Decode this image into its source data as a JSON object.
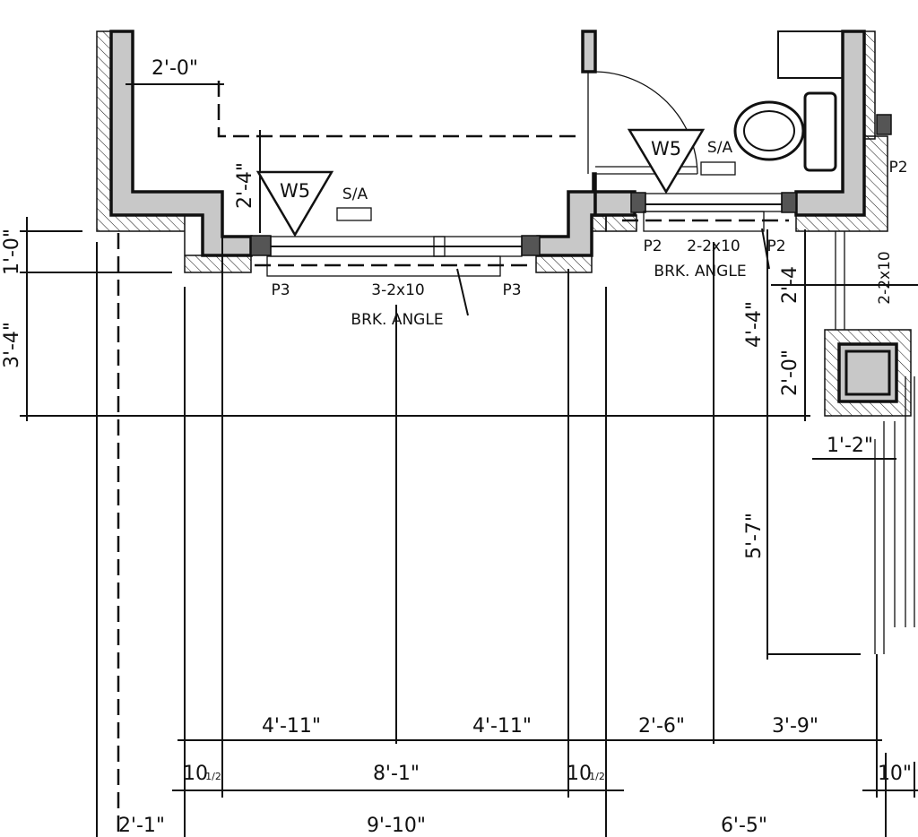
{
  "labels": {
    "top_2_0": "2'-0\"",
    "v_2_4_left": "2'-4\"",
    "w5_left": "W5",
    "sa_left": "S/A",
    "w5_right": "W5",
    "sa_right": "S/A",
    "p3_left": "P3",
    "header_left": "3-2x10",
    "p3_right": "P3",
    "brk_angle_left": "BRK. ANGLE",
    "p2_left": "P2",
    "header_right": "2-2x10",
    "p2_right": "P2",
    "brk_angle_right": "BRK. ANGLE",
    "p2_far": "P2",
    "v_1_0": "1'-0\"",
    "v_3_4": "3'-4\"",
    "v_4_4": "4'-4\"",
    "v_2_4_right": "2'-4",
    "v_2_0": "2'-0\"",
    "v_header_far": "2-2x10",
    "h_1_2": "1'-2\"",
    "v_5_7": "5'-7\"",
    "d_4_11_a": "4'-11\"",
    "d_4_11_b": "4'-11\"",
    "d_2_6": "2'-6\"",
    "d_3_9": "3'-9\"",
    "d_10_half_a": "10",
    "d_10_half_b": "10",
    "fraction_half": "1/2",
    "d_8_1": "8'-1\"",
    "d_10": "10\"",
    "d_2_1": "2'-1\"",
    "d_9_10": "9'-10\"",
    "d_6_5": "6'-5\""
  },
  "colors": {
    "wall_fill": "#c8c8c8",
    "post_fill": "#555555",
    "line": "#111111"
  }
}
